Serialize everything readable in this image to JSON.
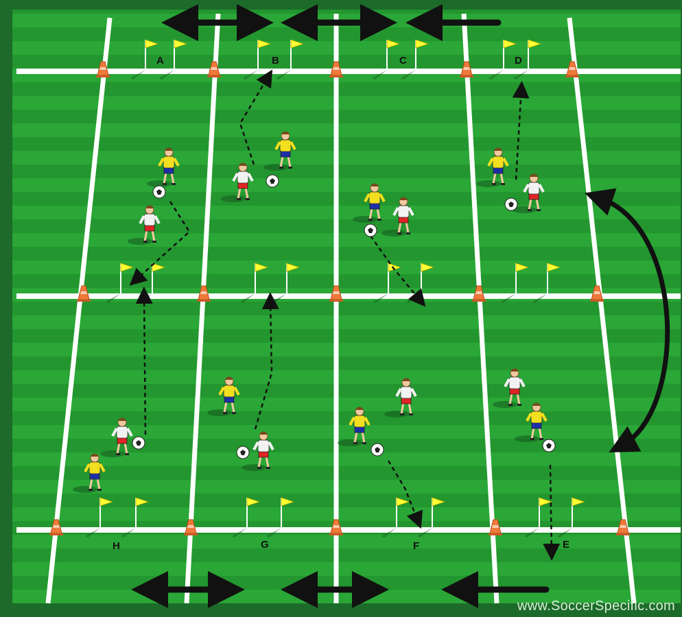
{
  "drill": {
    "gates_top": [
      "A",
      "B",
      "C",
      "D"
    ],
    "gates_bottom": [
      "H",
      "G",
      "F",
      "E"
    ]
  },
  "watermark": "www.SoccerSpecific.com",
  "colors": {
    "pitch_dark": "#1f8a2c",
    "pitch_light": "#2fae3a",
    "border": "#1d6b2a",
    "line": "#ffffff",
    "flag": "#ffff33",
    "cone": "#f07a3a",
    "team_yellow_shirt": "#f2df1f",
    "team_yellow_shorts": "#1d2fa8",
    "team_white_shirt": "#f2f2f2",
    "team_white_shorts": "#e02424"
  }
}
